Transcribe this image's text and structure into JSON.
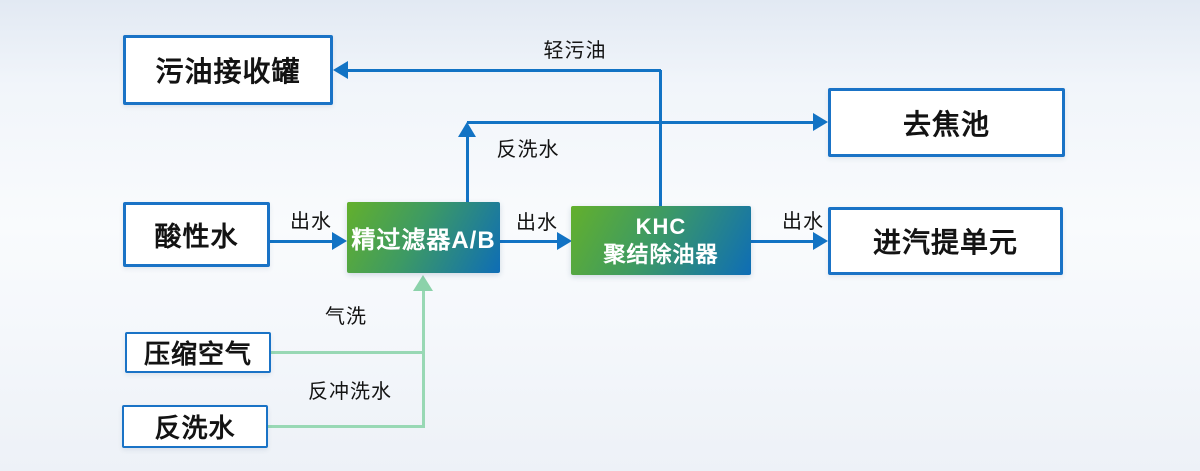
{
  "diagram": {
    "title_hint": "oily-water-treatment-process-flow",
    "colors": {
      "line_blue": "#1273c4",
      "box_border_blue": "#1a73c6",
      "line_green": "#98d8b4",
      "arrow_green": "#8bd2aa",
      "process_gradient_start": "#63b02c",
      "process_gradient_end": "#0e6db6",
      "text_dark": "#131313",
      "process_text": "#ffffff",
      "background_tint": "#eef3f9"
    },
    "nodes": {
      "waste_oil_tank": {
        "label": "污油接收罐"
      },
      "coke_pool": {
        "label": "去焦池"
      },
      "acid_water": {
        "label": "酸性水"
      },
      "fine_filter": {
        "label": "精过滤器A/B"
      },
      "khc_unit": {
        "label_line1": "KHC",
        "label_line2": "聚结除油器"
      },
      "stripping_unit": {
        "label": "进汽提单元"
      },
      "compressed_air": {
        "label": "压缩空气"
      },
      "backwash_water_source": {
        "label": "反洗水"
      }
    },
    "edge_labels": {
      "light_waste_oil": "轻污油",
      "backwash_out": "反洗水",
      "outlet_water_1": "出水",
      "outlet_water_2": "出水",
      "outlet_water_3": "出水",
      "air_wash": "气洗",
      "backflush_water": "反冲洗水"
    }
  }
}
